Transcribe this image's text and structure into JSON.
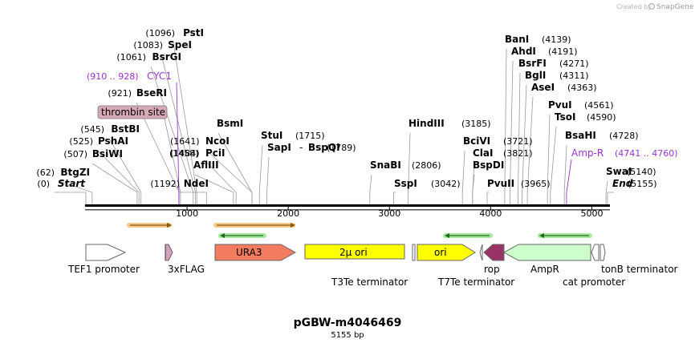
{
  "header": {
    "credit": "Created by",
    "brand": "SnapGene"
  },
  "plasmid": {
    "name": "pGBW-m4046469",
    "length_label": "5155 bp",
    "length": 5155
  },
  "ruler": {
    "ticks": [
      1000,
      2000,
      3000,
      4000,
      5000
    ]
  },
  "sites": [
    {
      "pos": "(0)",
      "name": "Start",
      "bp": 0,
      "italic": true
    },
    {
      "pos": "(62)",
      "name": "BtgZI",
      "bp": 62
    },
    {
      "pos": "(507)",
      "name": "BsiWI",
      "bp": 507
    },
    {
      "pos": "(525)",
      "name": "PshAI",
      "bp": 525
    },
    {
      "pos": "(545)",
      "name": "BstBI",
      "bp": 545
    },
    {
      "pos": "(921)",
      "name": "BseRI",
      "bp": 921
    },
    {
      "pos": "(1061)",
      "name": "BsrGI",
      "bp": 1061
    },
    {
      "pos": "(1083)",
      "name": "SpeI",
      "bp": 1083
    },
    {
      "pos": "(1096)",
      "name": "PstI",
      "bp": 1096
    },
    {
      "pos": "(1192)",
      "name": "NdeI",
      "bp": 1192
    },
    {
      "pos": "(1458)",
      "name": "AflIII",
      "bp": 1458
    },
    {
      "pos": "(1484)",
      "name": "PciI",
      "bp": 1484
    },
    {
      "pos": "(1641)",
      "name": "NcoI",
      "bp": 1641
    },
    {
      "pos": "",
      "name": "BsmI",
      "bp": 1641
    },
    {
      "pos": "(1715)",
      "name": "StuI",
      "bp": 1715
    },
    {
      "pos": "(1789)",
      "name": "SapI",
      "name2": "BspQI",
      "bp": 1789
    },
    {
      "pos": "(2806)",
      "name": "SnaBI",
      "bp": 2806
    },
    {
      "pos": "(3042)",
      "name": "SspI",
      "bp": 3042
    },
    {
      "pos": "(3185)",
      "name": "HindIII",
      "bp": 3185
    },
    {
      "pos": "(3721)",
      "name": "BciVI",
      "bp": 3721
    },
    {
      "pos": "(3821)",
      "name": "ClaI",
      "bp": 3821
    },
    {
      "pos": "",
      "name": "BspDI",
      "bp": 3821
    },
    {
      "pos": "(3965)",
      "name": "PvuII",
      "bp": 3965
    },
    {
      "pos": "(4139)",
      "name": "BanI",
      "bp": 4139
    },
    {
      "pos": "(4191)",
      "name": "AhdI",
      "bp": 4191
    },
    {
      "pos": "(4271)",
      "name": "BsrFI",
      "bp": 4271
    },
    {
      "pos": "(4311)",
      "name": "BglI",
      "bp": 4311
    },
    {
      "pos": "(4363)",
      "name": "AseI",
      "bp": 4363
    },
    {
      "pos": "(4561)",
      "name": "PvuI",
      "bp": 4561
    },
    {
      "pos": "(4590)",
      "name": "TsoI",
      "bp": 4590
    },
    {
      "pos": "(4728)",
      "name": "BsaHI",
      "bp": 4728
    },
    {
      "pos": "(5140)",
      "name": "SwaI",
      "bp": 5140
    },
    {
      "pos": "(5155)",
      "name": "End",
      "bp": 5155,
      "italic": true
    }
  ],
  "primer_sites": [
    {
      "pos": "(910 .. 928)",
      "name": "CYC1",
      "bp": 919
    },
    {
      "pos": "(4741 .. 4760)",
      "name": "Amp-R",
      "bp": 4750
    }
  ],
  "tag_label": {
    "name": "thrombin site"
  },
  "features": [
    {
      "name": "TEF1 promoter",
      "color": "#ffffff"
    },
    {
      "name": "3xFLAG",
      "color": "#d59fbd"
    },
    {
      "name": "URA3",
      "color": "#f37b5e"
    },
    {
      "name": "2μ ori",
      "color": "#ffff00"
    },
    {
      "name": "T3Te terminator",
      "color": "#ffffff"
    },
    {
      "name": "ori",
      "color": "#ffff00"
    },
    {
      "name": "T7Te terminator",
      "color": "#ffffff"
    },
    {
      "name": "rop",
      "color": "#993366"
    },
    {
      "name": "AmpR",
      "color": "#ccffcc"
    },
    {
      "name": "cat promoter",
      "color": "#ffffff"
    },
    {
      "name": "tonB terminator",
      "color": "#ffffff"
    }
  ],
  "colors": {
    "backbone": "#000000",
    "orf_arrow": "#f7a85c",
    "orf_rev": "#33cc33",
    "primer_text": "#9933cc",
    "tag_bg": "#d7a9b5"
  }
}
